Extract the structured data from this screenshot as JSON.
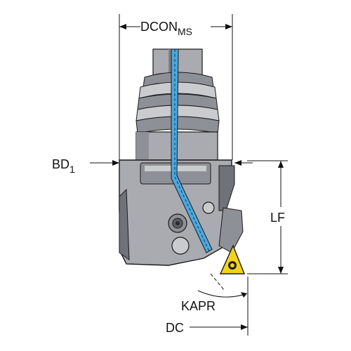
{
  "labels": {
    "dcon_main": "DCON",
    "dcon_sub": "MS",
    "bd_main": "BD",
    "bd_sub": "1",
    "lf": "LF",
    "kapr": "KAPR",
    "dc": "DC"
  },
  "colors": {
    "body_gray": "#a9abb0",
    "body_dark": "#6f7278",
    "body_light": "#c9cbcf",
    "coolant_blue": "#4aa8e0",
    "insert_yellow": "#f2d21a",
    "outline": "#1a1a1a"
  }
}
